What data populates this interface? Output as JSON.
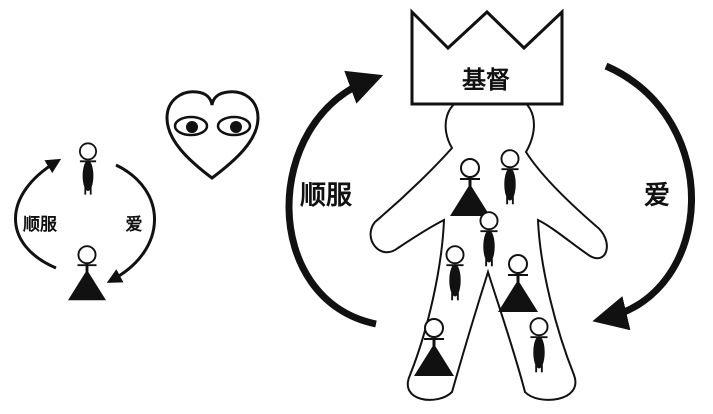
{
  "left_diagram": {
    "obey_label": "顺服",
    "love_label": "爱"
  },
  "center": {
    "icon": "heart-with-eyes-icon"
  },
  "right_diagram": {
    "crown_label": "基督",
    "obey_label": "顺服",
    "love_label": "爱"
  },
  "colors": {
    "ink": "#111111",
    "background": "#ffffff"
  }
}
